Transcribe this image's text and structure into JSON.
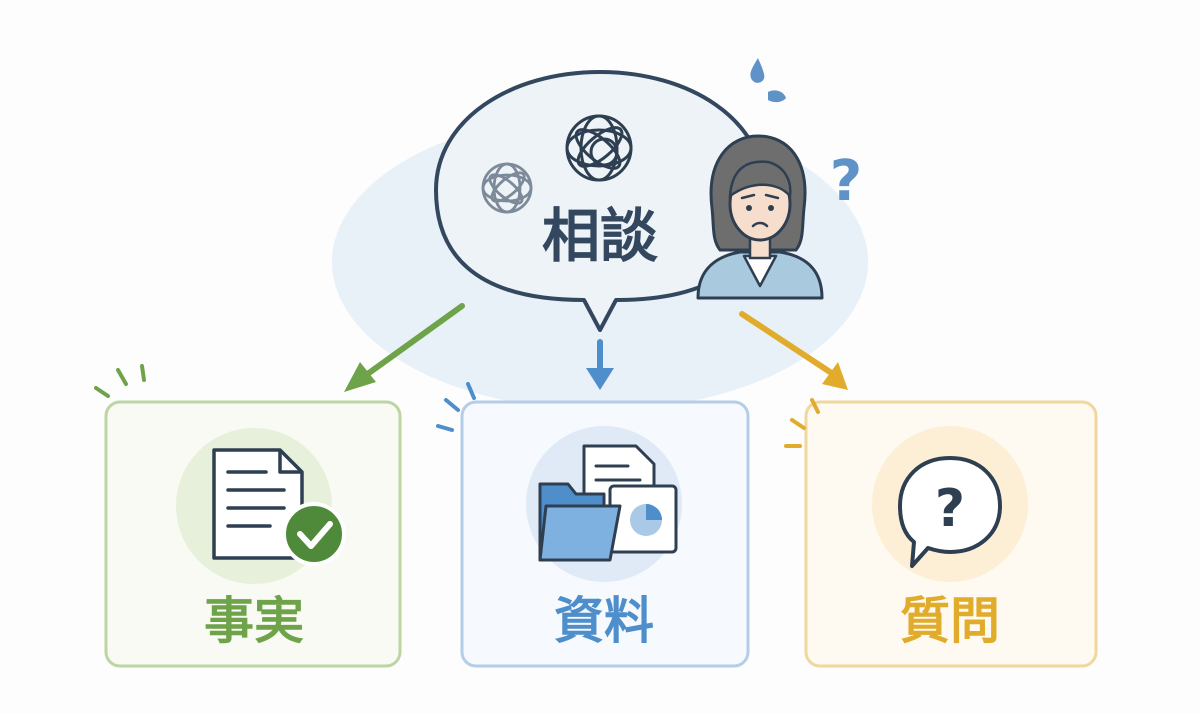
{
  "center": {
    "bubble_label": "相談",
    "bubble_fill": "#eef3f8",
    "bubble_stroke": "#33485f"
  },
  "person": {
    "icon": "worried-person-icon",
    "accent": "#6b9dc8"
  },
  "cards": [
    {
      "label": "事実",
      "icon": "document-check-icon",
      "color": "#6ea34a",
      "tint": "#e6f0da",
      "bg": "#f8faf3",
      "border": "#bcd5a3"
    },
    {
      "label": "資料",
      "icon": "folder-files-icon",
      "color": "#4d8ecb",
      "tint": "#dfeaf6",
      "bg": "#f6f9fd",
      "border": "#b4cde8"
    },
    {
      "label": "質問",
      "icon": "question-bubble-icon",
      "color": "#e1ac2c",
      "tint": "#fcefd6",
      "bg": "#fffaf1",
      "border": "#f0d79d"
    }
  ]
}
